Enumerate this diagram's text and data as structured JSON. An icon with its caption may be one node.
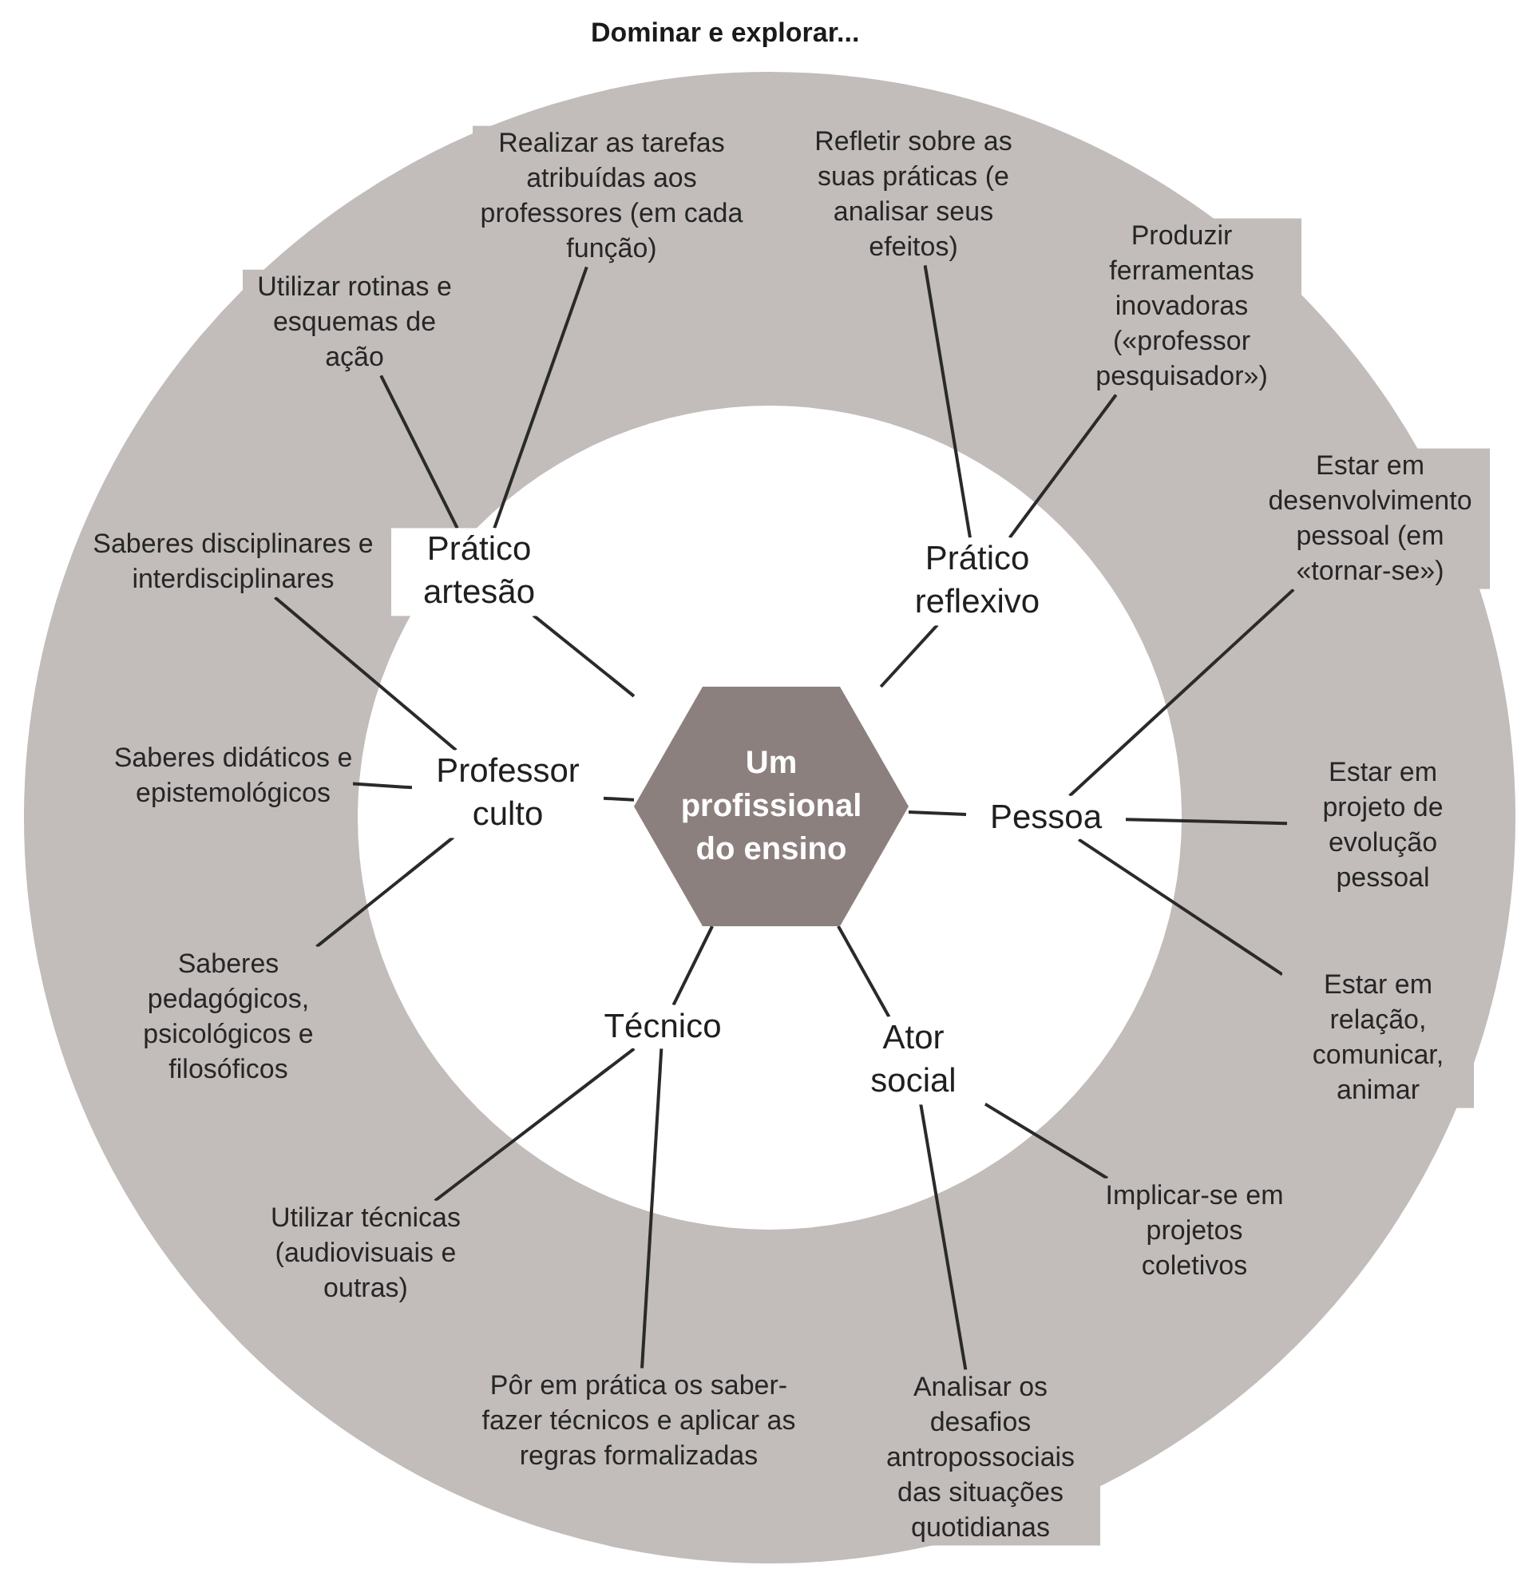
{
  "diagram": {
    "title": "Dominar e explorar...",
    "nodes": [
      {
        "text": [
          "Um profissional do ensino"
        ]
      },
      {
        "text": [
          "Prático artesão"
        ]
      },
      {
        "text": [
          "Prático reflexivo"
        ]
      },
      {
        "text": [
          "Pessoa"
        ]
      },
      {
        "text": [
          "Ator social"
        ]
      },
      {
        "text": [
          "Técnico"
        ]
      },
      {
        "text": [
          "Professor culto"
        ]
      },
      {
        "text": [
          "Realizar as tarefas atribuídas aos professores (em cada função)"
        ]
      },
      {
        "text": [
          "Refletir sobre as suas práticas (e analisar seus efeitos)"
        ]
      },
      {
        "text": [
          "Produzir ferramentas inovadoras («professor pesquisador»)"
        ]
      },
      {
        "text": [
          "Estar em desenvolvimento pessoal (em «tornar-se»)"
        ]
      },
      {
        "text": [
          "Estar em projeto de evolução pessoal"
        ]
      },
      {
        "text": [
          "Estar em relação, comunicar, animar"
        ]
      },
      {
        "text": [
          "Implicar-se em projetos coletivos"
        ]
      },
      {
        "text": [
          "Analisar os desafios antropossociais das situações quotidianas"
        ]
      },
      {
        "text": [
          "Pôr em prática os saber-fazer técnicos e aplicar as regras formalizadas"
        ]
      },
      {
        "text": [
          "Utilizar técnicas (audiovisuais e outras)"
        ]
      },
      {
        "text": [
          "Saberes pedagógicos, psicológicos e filosóficos"
        ]
      },
      {
        "text": [
          "Saberes didáticos e epistemológicos"
        ]
      },
      {
        "text": [
          "Saberes disciplinares e interdisciplinares"
        ]
      },
      {
        "text": [
          "Utilizar rotinas e esquemas de ação"
        ]
      }
    ],
    "edges": [
      {
        "from": 0,
        "to": 1,
        "arrow": "none"
      },
      {
        "from": 0,
        "to": 2,
        "arrow": "none"
      },
      {
        "from": 0,
        "to": 3,
        "arrow": "none"
      },
      {
        "from": 0,
        "to": 4,
        "arrow": "none"
      },
      {
        "from": 0,
        "to": 5,
        "arrow": "none"
      },
      {
        "from": 0,
        "to": 6,
        "arrow": "none"
      },
      {
        "from": 1,
        "to": 20,
        "arrow": "none"
      },
      {
        "from": 1,
        "to": 7,
        "arrow": "none"
      },
      {
        "from": 2,
        "to": 8,
        "arrow": "none"
      },
      {
        "from": 2,
        "to": 9,
        "arrow": "none"
      },
      {
        "from": 3,
        "to": 10,
        "arrow": "none"
      },
      {
        "from": 3,
        "to": 11,
        "arrow": "none"
      },
      {
        "from": 3,
        "to": 12,
        "arrow": "none"
      },
      {
        "from": 4,
        "to": 13,
        "arrow": "none"
      },
      {
        "from": 4,
        "to": 14,
        "arrow": "none"
      },
      {
        "from": 5,
        "to": 16,
        "arrow": "none"
      },
      {
        "from": 5,
        "to": 15,
        "arrow": "none"
      },
      {
        "from": 6,
        "to": 19,
        "arrow": "none"
      },
      {
        "from": 6,
        "to": 18,
        "arrow": "none"
      },
      {
        "from": 6,
        "to": 17,
        "arrow": "none"
      }
    ]
  }
}
